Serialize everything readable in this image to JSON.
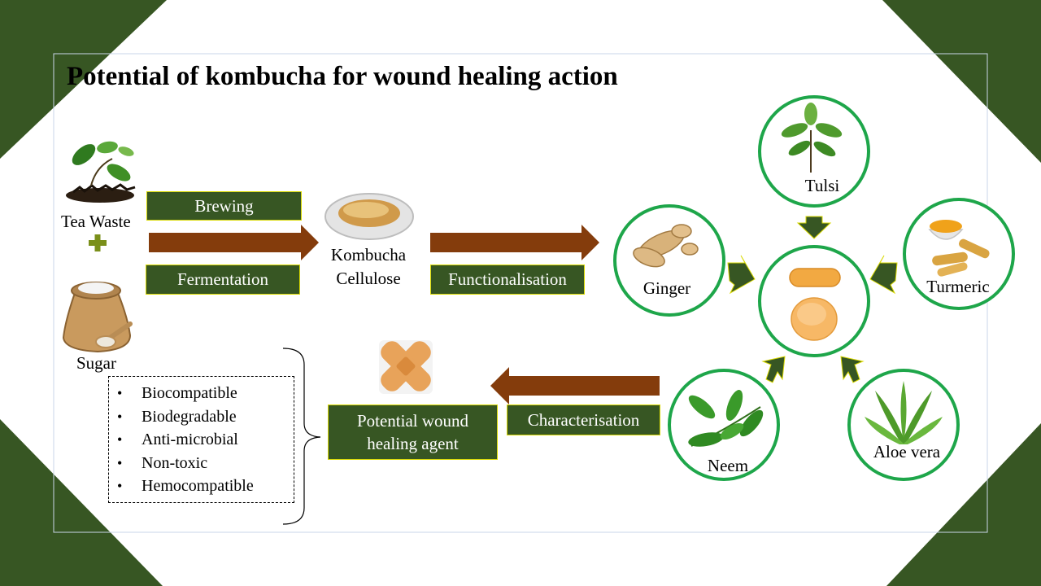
{
  "title": "Potential of  kombucha for wound healing action",
  "inputs": {
    "tea_waste": "Tea Waste",
    "sugar": "Sugar"
  },
  "process": {
    "brewing": "Brewing",
    "fermentation": "Fermentation",
    "product": [
      "Kombucha",
      "Cellulose"
    ],
    "functionalisation": "Functionalisation",
    "characterisation": "Characterisation"
  },
  "herbs": {
    "tulsi": "Tulsi",
    "ginger": "Ginger",
    "turmeric": "Turmeric",
    "neem": "Neem",
    "aloe_vera": "Aloe vera"
  },
  "outcome": [
    "Potential wound",
    "healing agent"
  ],
  "properties": [
    "Biocompatible",
    "Biodegradable",
    "Anti-microbial",
    "Non-toxic",
    "Hemocompatible"
  ],
  "colors": {
    "dark_green": "#375623",
    "arrow_brown": "#843c0c",
    "circle_green": "#1ea64a",
    "box_border": "#d9d900",
    "plus_green": "#7a8f1a"
  }
}
